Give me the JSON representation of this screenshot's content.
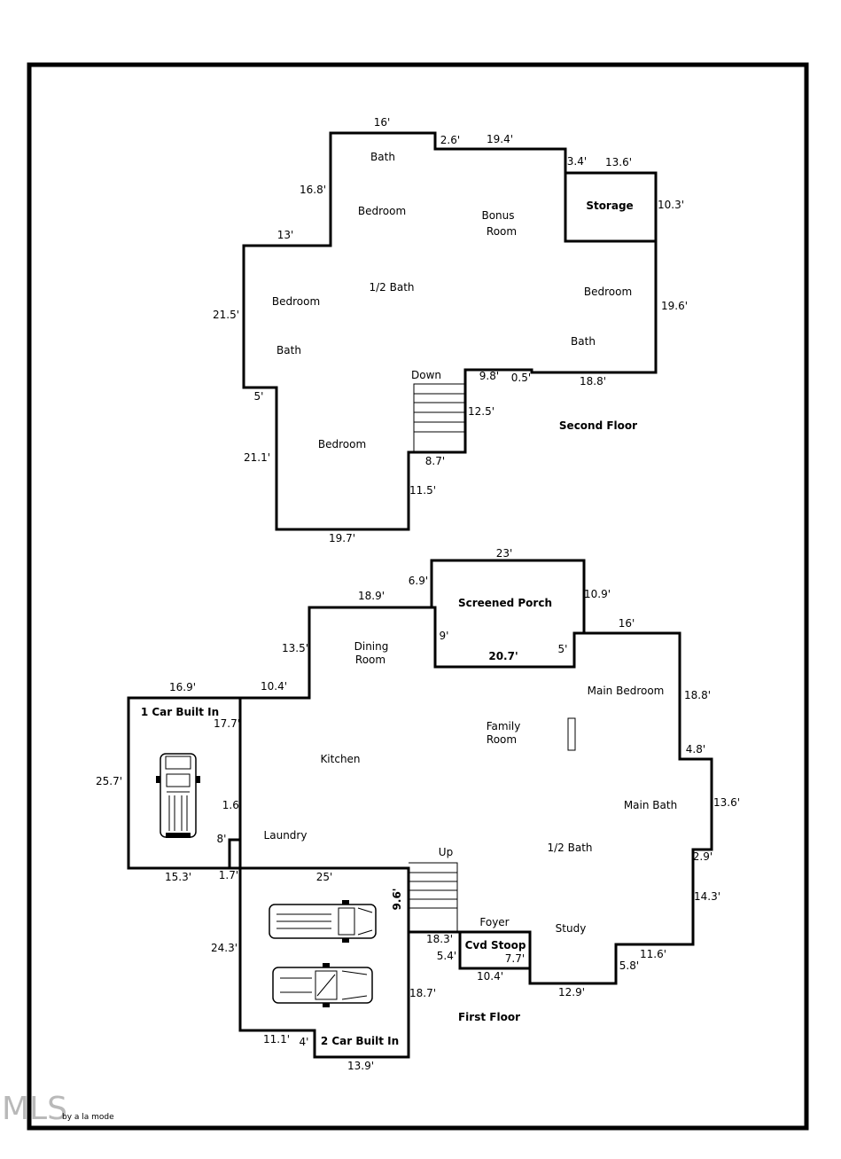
{
  "rooms": {
    "second_floor": [
      "Bath",
      "Bedroom",
      "Bonus",
      "Room",
      "Storage",
      "1/2 Bath",
      "Bedroom",
      "Bedroom",
      "Bath",
      "Bath",
      "Down",
      "Bedroom"
    ],
    "first_floor": [
      "Screened Porch",
      "Dining",
      "Room",
      "Main Bedroom",
      "1 Car Built In",
      "Family",
      "Room",
      "Kitchen",
      "Main Bath",
      "Laundry",
      "1/2 Bath",
      "Up",
      "Foyer",
      "Study",
      "Cvd Stoop",
      "2 Car Built In"
    ]
  },
  "floor_labels": {
    "second": "Second Floor",
    "first": "First Floor"
  },
  "dimensions": {
    "second_floor": [
      "16'",
      "2.6'",
      "19.4'",
      "3.4'",
      "13.6'",
      "10.3'",
      "16.8'",
      "13'",
      "21.5'",
      "19.6'",
      "5'",
      "9.8'",
      "0.5'",
      "18.8'",
      "12.5'",
      "21.1'",
      "8.7'",
      "11.5'",
      "19.7'"
    ],
    "first_floor": [
      "23'",
      "6.9'",
      "10.9'",
      "18.9'",
      "9'",
      "5'",
      "20.7'",
      "16'",
      "13.5'",
      "16.9'",
      "10.4'",
      "18.8'",
      "17.7'",
      "4.8'",
      "25.7'",
      "13.6'",
      "1.6'",
      "8'",
      "2.9'",
      "15.3'",
      "1.7'",
      "25'",
      "9.6'",
      "14.3'",
      "24.3'",
      "18.3'",
      "5.4'",
      "7.7'",
      "11.6'",
      "10.4'",
      "5.8'",
      "18.7'",
      "12.9'",
      "11.1'",
      "4'",
      "13.9'"
    ]
  },
  "watermark": "MLS",
  "credit": "by a la mode"
}
